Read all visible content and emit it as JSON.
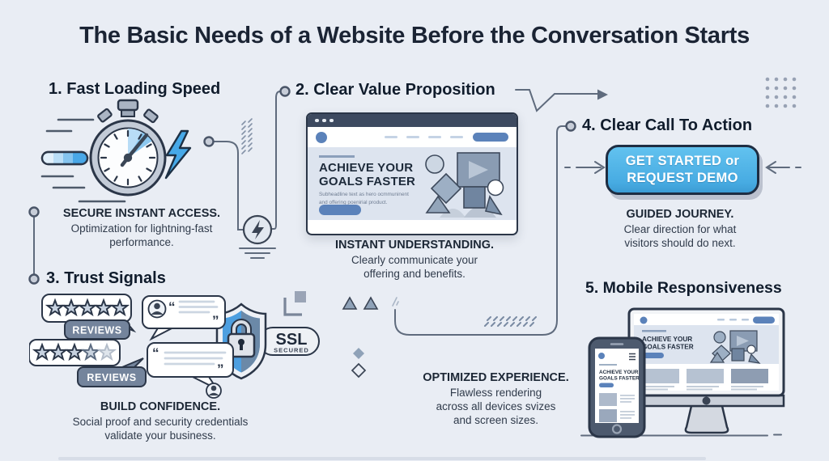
{
  "title": "The Basic Needs of a Website Before the Conversation Starts",
  "sections": [
    {
      "heading": "1. Fast Loading Speed",
      "tag": "SECURE INSTANT ACCESS.",
      "lines": [
        "Optimization for lightning-fast",
        "performance."
      ]
    },
    {
      "heading": "2. Clear Value Proposition",
      "tag": "INSTANT UNDERSTANDING.",
      "lines": [
        "Clearly communicate your",
        "offering and benefits."
      ]
    },
    {
      "heading": "3. Trust Signals",
      "tag": "BUILD CONFIDENCE.",
      "lines": [
        "Social proof and security credentials",
        "validate your business."
      ]
    },
    {
      "heading": "4. Clear Call To Action",
      "tag": "GUIDED JOURNEY.",
      "lines": [
        "Clear direction for what",
        "visitors should do next."
      ]
    },
    {
      "heading": "5. Mobile Responsiveness",
      "tag": "OPTIMIZED EXPERIENCE.",
      "lines": [
        "Flawless rendering",
        "across all devices svizes",
        "and screen sizes."
      ]
    }
  ],
  "cta_button": {
    "line1": "GET STARTED or",
    "line2": "REQUEST DEMO"
  },
  "browser_mockup": {
    "headline1": "ACHIEVE YOUR",
    "headline2": "GOALS FASTER",
    "sub1": "Subheadline text as hero ocmmuninent",
    "sub2": "and offering poenirial product."
  },
  "trust_elements": {
    "reviews_label": "REVIEWS",
    "ssl": "SSL",
    "ssl_sub": "SECURED"
  },
  "devices": {
    "headline1": "ACHIEVE YOUR",
    "headline2": "GOALS FASTER"
  },
  "colors": {
    "background": "#e9edf4",
    "headline_navy": "#1b2434",
    "accent_cta_blue": "#47abe2",
    "mockup_blue": "#5b82ba",
    "connector_gray": "#5f6b7d",
    "badge_slate": "#74849c",
    "shield_blue": "#4d9fe0"
  }
}
